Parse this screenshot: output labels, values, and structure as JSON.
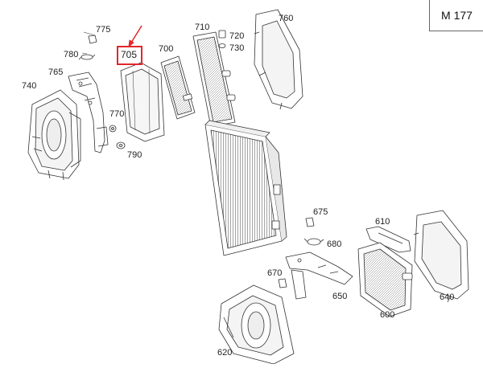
{
  "model_label": "M 177",
  "highlight_color": "#e3262b",
  "highlighted_part": "705",
  "callouts": {
    "p775": "775",
    "p780": "780",
    "p765": "765",
    "p740": "740",
    "p705": "705",
    "p700": "700",
    "p710": "710",
    "p720": "720",
    "p730": "730",
    "p760": "760",
    "p770": "770",
    "p790": "790",
    "p675": "675",
    "p680": "680",
    "p610": "610",
    "p670": "670",
    "p650": "650",
    "p600": "600",
    "p640": "640",
    "p620": "620"
  }
}
